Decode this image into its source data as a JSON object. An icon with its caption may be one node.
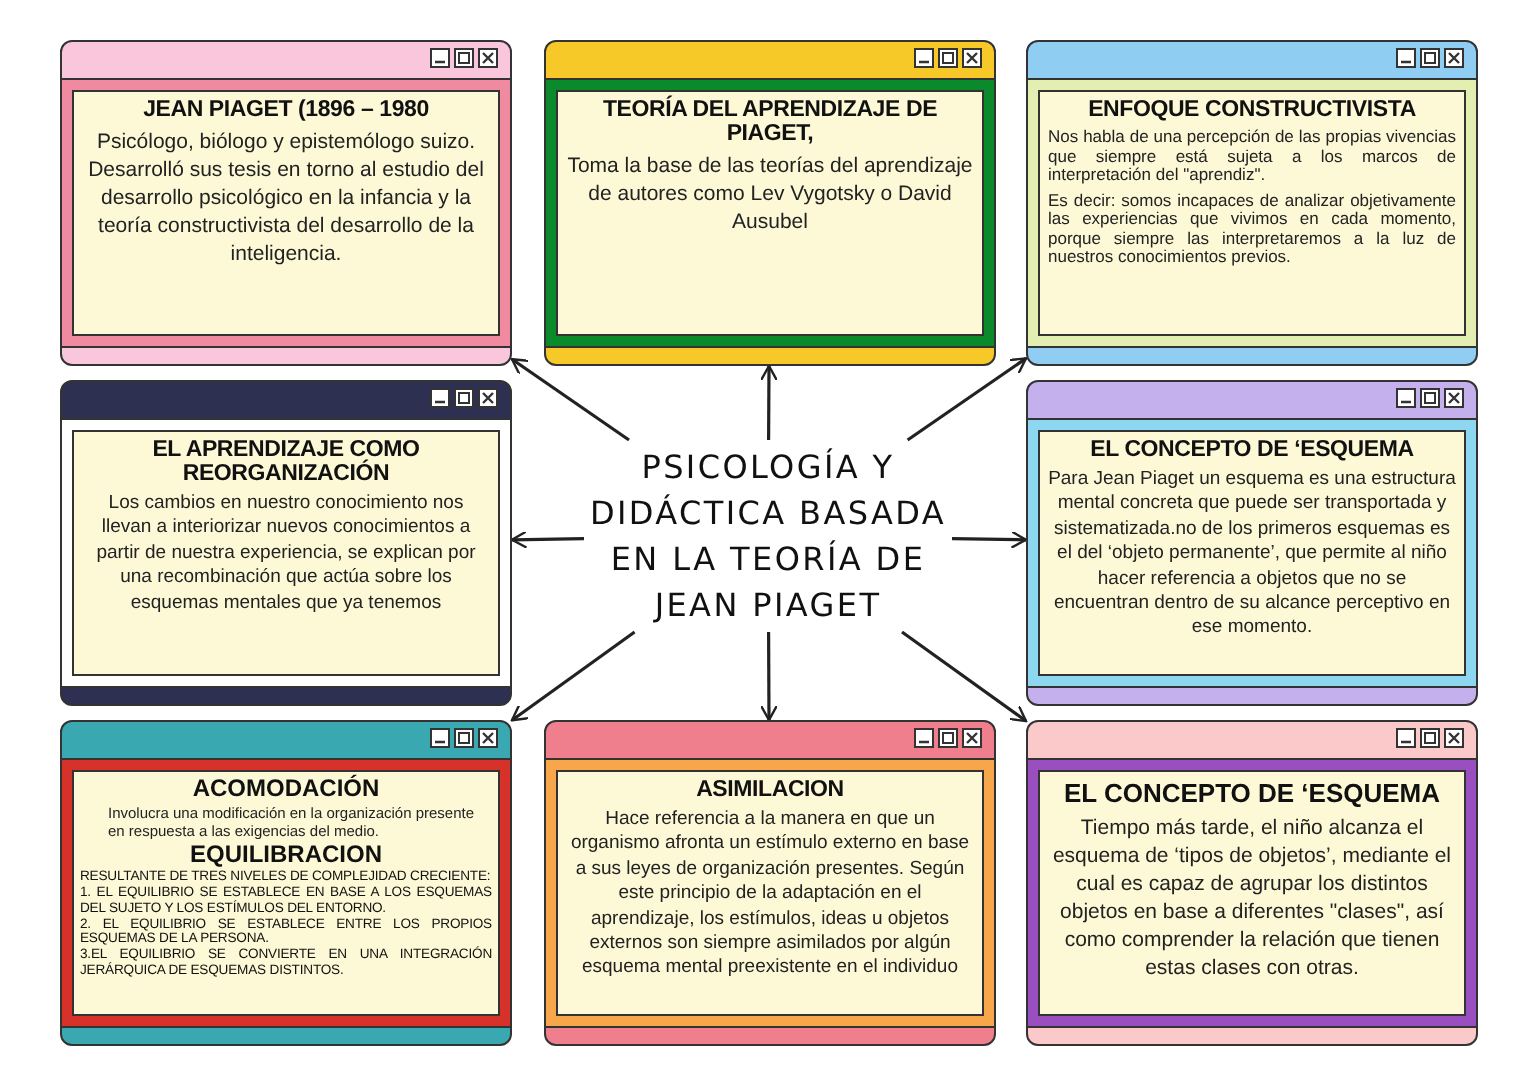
{
  "diagram": {
    "nodes": [
      {
        "text": [
          "JEAN PIAGET (1896 – 1980",
          "Psicólogo, biólogo y epistemólogo suizo. Desarrolló sus tesis en torno al estudio del desarrollo psicológico en la infancia y la teoría constructivista del desarrollo de la inteligencia."
        ]
      },
      {
        "text": [
          "TEORÍA DEL APRENDIZAJE DE PIAGET,",
          "Toma la base de las teorías del aprendizaje de autores como Lev Vygotsky o David Ausubel"
        ]
      },
      {
        "text": [
          "ENFOQUE CONSTRUCTIVISTA",
          "Nos habla de una percepción de las propias vivencias que siempre está sujeta a los marcos de interpretación del \"aprendiz\".",
          "Es decir: somos incapaces de analizar objetivamente las experiencias que vivimos en cada momento, porque siempre las interpretaremos a la luz de nuestros conocimientos previos."
        ]
      },
      {
        "text": [
          "EL APRENDIZAJE COMO REORGANIZACIÓN",
          "Los cambios en nuestro conocimiento nos llevan a interiorizar nuevos conocimientos a partir de nuestra experiencia, se explican por una recombinación que actúa sobre los esquemas mentales que ya tenemos"
        ]
      },
      {
        "text": [
          "PSICOLOGÍA Y DIDÁCTICA BASADA EN LA TEORÍA DE JEAN PIAGET"
        ]
      },
      {
        "text": [
          "EL CONCEPTO DE ‘ESQUEMA",
          "Para Jean Piaget un esquema es una estructura mental concreta que puede ser transportada y sistematizada.no de los primeros esquemas es el del ‘objeto permanente’, que permite al niño hacer referencia a objetos que no se encuentran dentro de su alcance perceptivo en ese momento."
        ]
      },
      {
        "text": [
          "ACOMODACIÓN",
          "Involucra una modificación en la organización presente en respuesta a las exigencias del medio.",
          "EQUILIBRACION",
          "RESULTANTE DE TRES NIVELES DE COMPLEJIDAD CRECIENTE:",
          "1. EL EQUILIBRIO SE ESTABLECE EN BASE A LOS ESQUEMAS DEL SUJETO Y LOS ESTÍMULOS DEL ENTORNO.",
          "2. EL EQUILIBRIO SE ESTABLECE ENTRE LOS PROPIOS ESQUEMAS DE LA PERSONA.",
          "3.EL EQUILIBRIO SE CONVIERTE EN UNA INTEGRACIÓN JERÁRQUICA DE ESQUEMAS DISTINTOS."
        ]
      },
      {
        "text": [
          "ASIMILACION",
          "Hace referencia a la manera en que un organismo afronta un estímulo externo en base a sus leyes de organización presentes. Según este principio de la adaptación en el aprendizaje, los estímulos, ideas u objetos externos son siempre asimilados por algún esquema mental preexistente en el individuo"
        ]
      },
      {
        "text": [
          "EL CONCEPTO DE ‘ESQUEMA",
          "Tiempo más tarde, el niño alcanza el esquema de ‘tipos de objetos’, mediante el cual es capaz de agrupar los distintos objetos en base a diferentes \"clases\", así como comprender la relación que tienen estas clases con otras."
        ]
      }
    ],
    "edges": [
      {
        "from": 4,
        "to": 0,
        "arrow": "to"
      },
      {
        "from": 4,
        "to": 1,
        "arrow": "to"
      },
      {
        "from": 4,
        "to": 2,
        "arrow": "to"
      },
      {
        "from": 4,
        "to": 3,
        "arrow": "to"
      },
      {
        "from": 4,
        "to": 5,
        "arrow": "to"
      },
      {
        "from": 4,
        "to": 6,
        "arrow": "to"
      },
      {
        "from": 4,
        "to": 7,
        "arrow": "to"
      },
      {
        "from": 4,
        "to": 8,
        "arrow": "to"
      }
    ]
  }
}
